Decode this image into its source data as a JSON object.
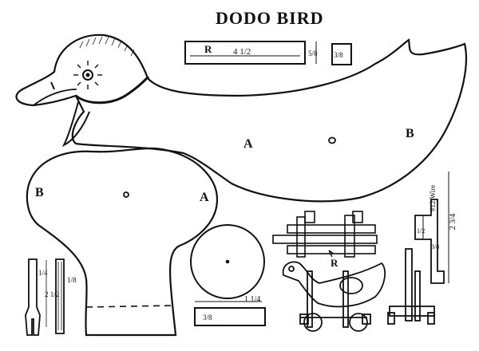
{
  "title": "DODO BIRD",
  "parts": {
    "body_a": "A",
    "body_b": "B",
    "leg_b": "B",
    "leg_a": "A",
    "bar_r": "R",
    "small_r": "R"
  },
  "dimensions": {
    "bar_length": "4 1/2",
    "bar_width": "5/8",
    "bar_thickness": "3/8",
    "wheel_width": "1 1/4",
    "wheel_thickness": "3/8",
    "axle_top": "1/4",
    "axle_length": "2 1/2",
    "axle_side": "1/8",
    "wire_label": "#12 Wire",
    "wire_length": "2 3/4",
    "wire_seg1": "1/2",
    "wire_seg2": "3/8"
  },
  "colors": {
    "ink": "#111111",
    "paper": "#ffffff"
  }
}
